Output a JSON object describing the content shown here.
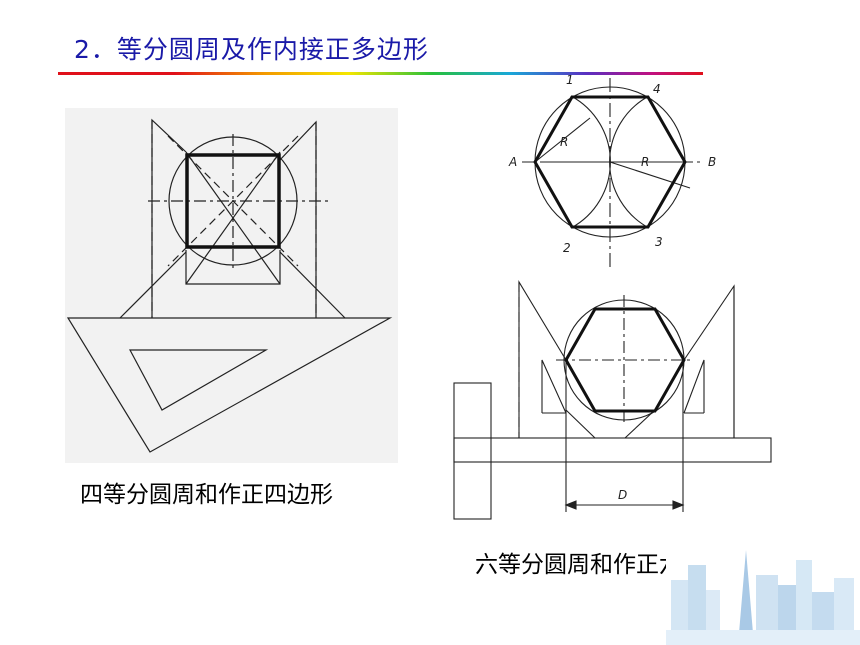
{
  "header": {
    "title": "2．等分圆周及作内接正多边形"
  },
  "figures": {
    "left_caption": "四等分圆周和作正四边形",
    "right_caption": "六等分圆周和作正六边形",
    "hexagon_labels": {
      "p1": "1",
      "p2": "2",
      "p3": "3",
      "p4": "4",
      "A": "A",
      "B": "B",
      "R": "R"
    },
    "dimension_label": "D"
  },
  "colors": {
    "title": "#1a1aa8",
    "line": "#222222"
  }
}
